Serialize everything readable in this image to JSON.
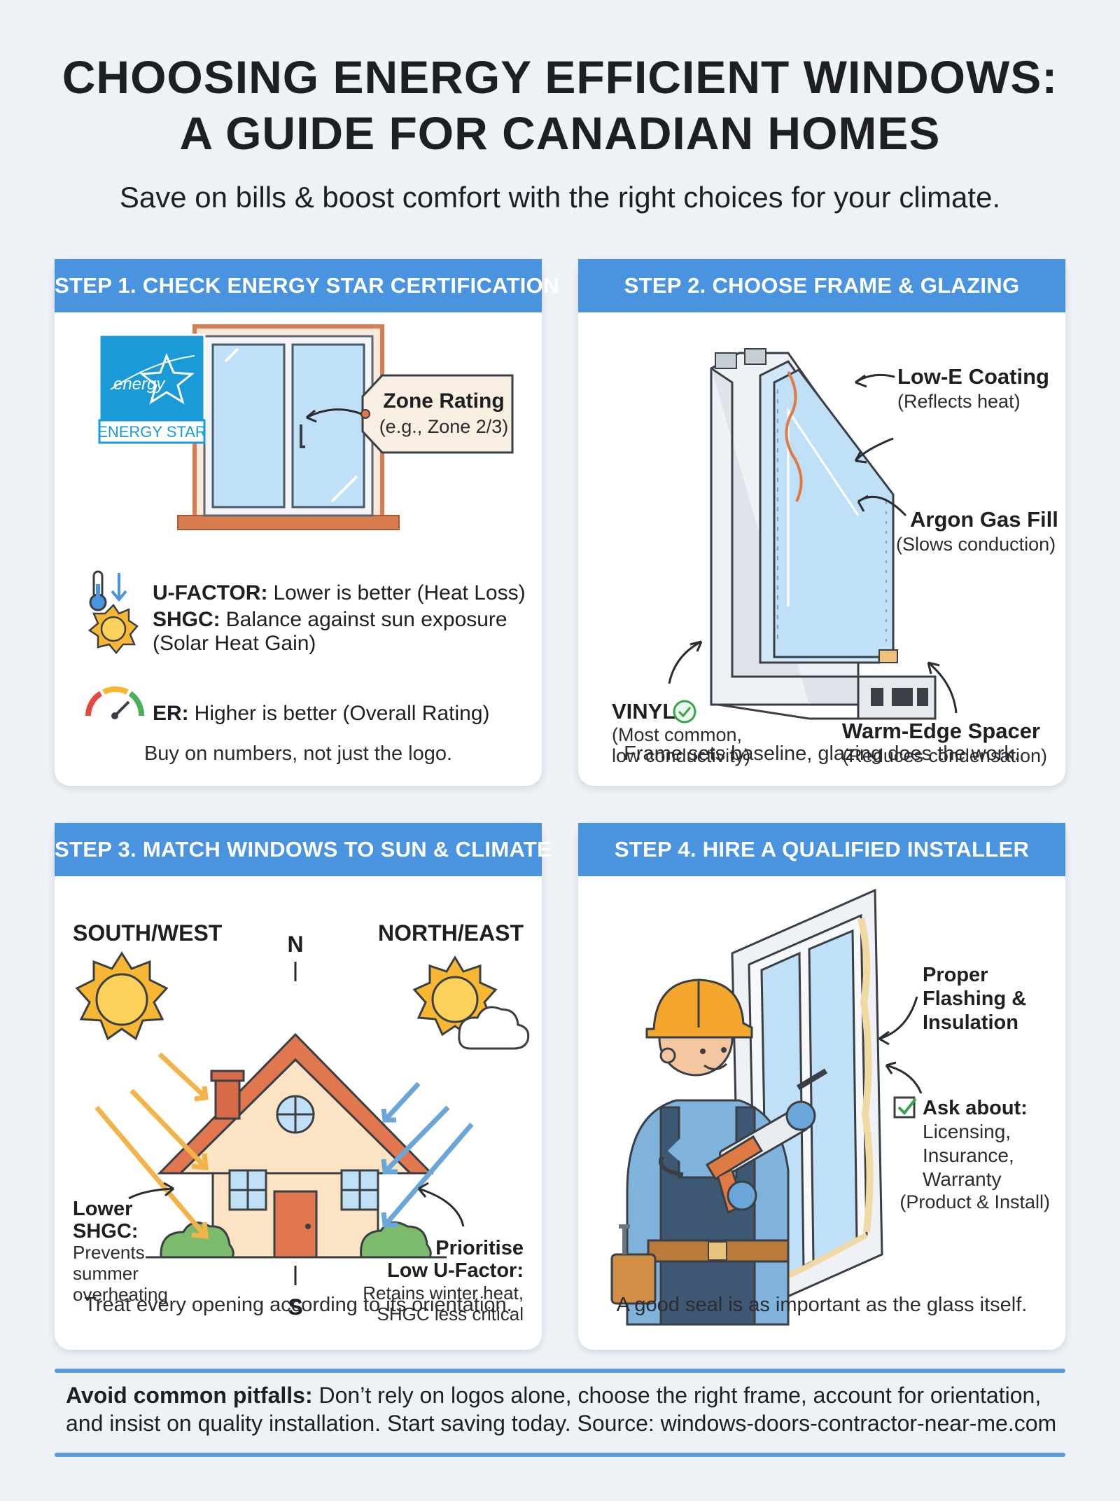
{
  "header": {
    "title_line1": "CHOOSING ENERGY EFFICIENT WINDOWS:",
    "title_line2": "A GUIDE FOR CANADIAN HOMES",
    "subtitle": "Save on bills & boost comfort with the right choices for your climate."
  },
  "step1": {
    "heading": "STEP 1. CHECK ENERGY STAR CERTIFICATION",
    "logo_script": "energy",
    "logo_text": "ENERGY STAR",
    "zone_title": "Zone Rating",
    "zone_sub": "(e.g., Zone 2/3)",
    "items": [
      {
        "label": "U-FACTOR:",
        "text": "Lower is better (Heat Loss)",
        "icon": "thermometer-arrow-icon"
      },
      {
        "label": "SHGC:",
        "text": "Balance against sun exposure",
        "text2": "(Solar Heat Gain)",
        "icon": "sun-icon"
      },
      {
        "label": "ER:",
        "text": "Higher is better (Overall Rating)",
        "icon": "gauge-icon"
      }
    ],
    "tagline": "Buy on numbers, not just the logo."
  },
  "step2": {
    "heading": "STEP 2. CHOOSE FRAME & GLAZING",
    "lowe_title": "Low-E Coating",
    "lowe_sub": "(Reflects heat)",
    "argon_title": "Argon Gas Fill",
    "argon_sub": "(Slows conduction)",
    "vinyl_title": "VINYL",
    "vinyl_sub1": "(Most common,",
    "vinyl_sub2": "low conductivity)",
    "spacer_title": "Warm-Edge Spacer",
    "spacer_sub": "(Reduces condensation)",
    "tagline": "Frame sets baseline, glazing does the work."
  },
  "step3": {
    "heading": "STEP 3. MATCH WINDOWS TO SUN & CLIMATE",
    "sw_label": "SOUTH/WEST",
    "ne_label": "NORTH/EAST",
    "north": "N",
    "south": "S",
    "left_title1": "Lower",
    "left_title2": "SHGC:",
    "left_sub1": "Prevents",
    "left_sub2": "summer",
    "left_sub3": "overheating",
    "right_title1": "Prioritise",
    "right_title2": "Low U-Factor:",
    "right_sub1": "Retains winter heat,",
    "right_sub2": "SHGC less critical",
    "tagline": "Treat every opening according to its orientation."
  },
  "step4": {
    "heading": "STEP 4. HIRE A QUALIFIED INSTALLER",
    "flash1": "Proper",
    "flash2": "Flashing &",
    "flash3": "Insulation",
    "ask_title": "Ask about:",
    "ask1": "Licensing,",
    "ask2": "Insurance,",
    "ask3": "Warranty",
    "ask4": "(Product & Install)",
    "tagline": "A good seal is as important as the glass itself."
  },
  "footer": {
    "bold": "Avoid common pitfalls:",
    "line1": "Don’t rely on logos alone, choose the right frame, account for orientation,",
    "line2": "and insist on quality installation. Start saving today. Source: windows-doors-contractor-near-me.com"
  },
  "colors": {
    "header_blue": "#4a93de",
    "energy_star_blue": "#1a9ad6",
    "frame_orange": "#d97c4e",
    "sun_yellow": "#f7b733",
    "cool_blue": "#6aa6d8"
  }
}
